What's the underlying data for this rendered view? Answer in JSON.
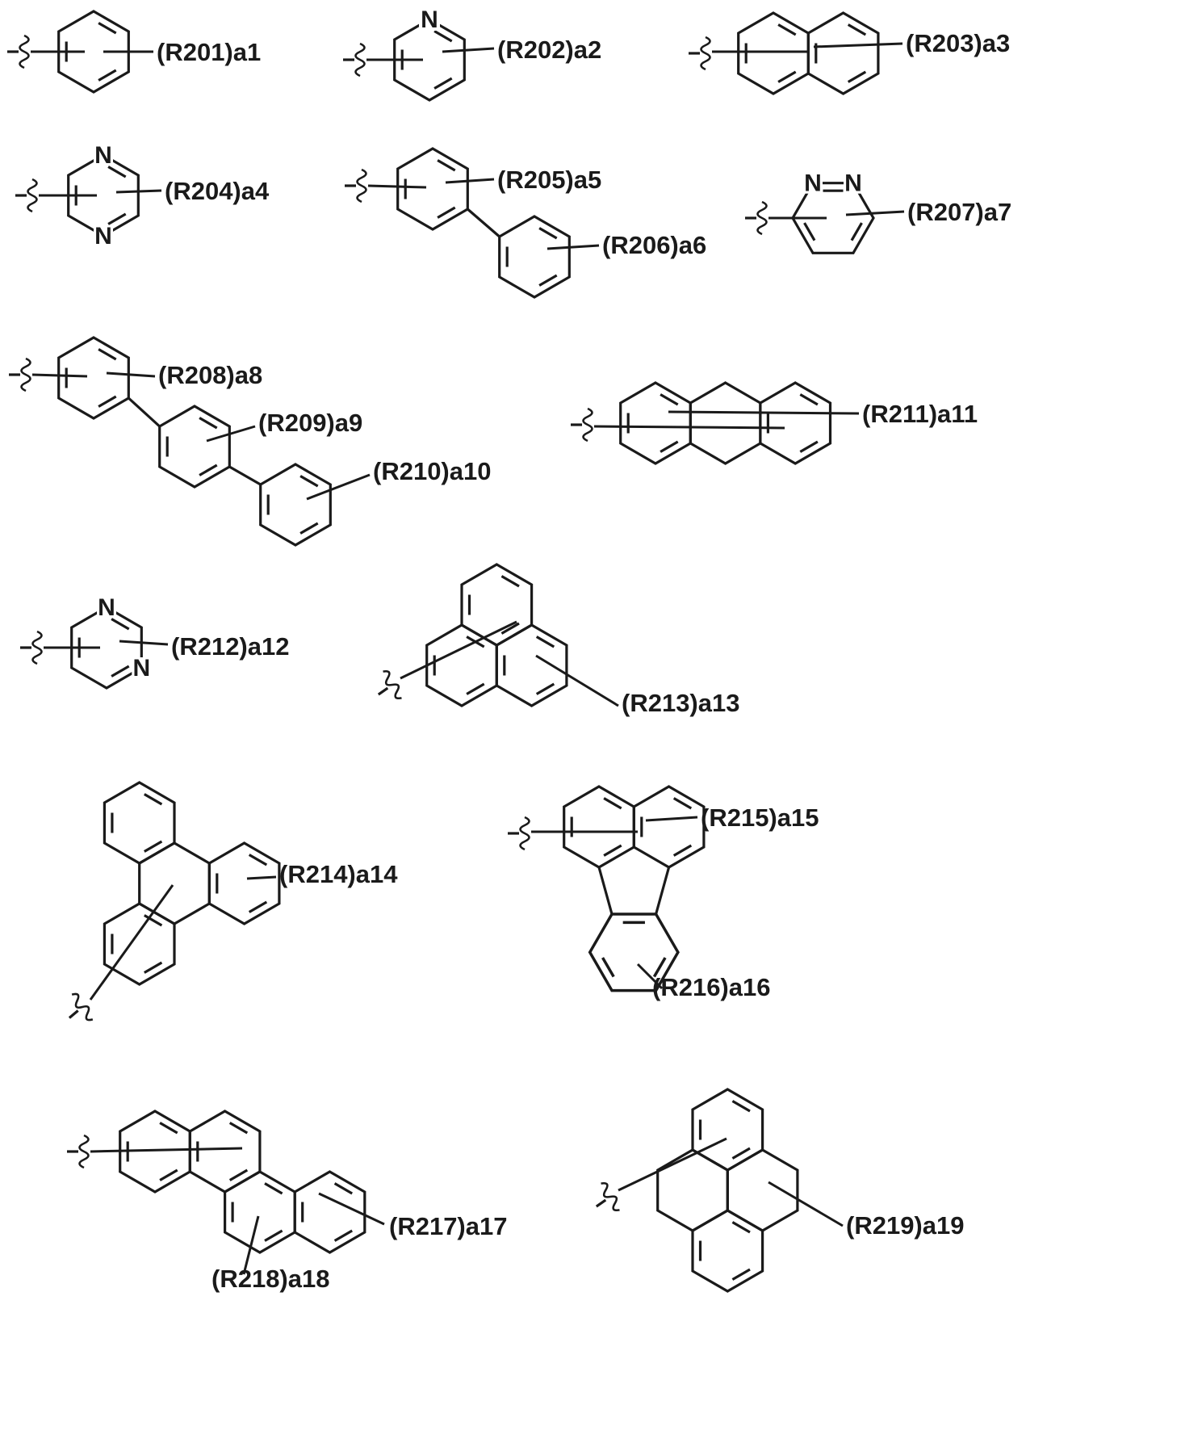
{
  "colors": {
    "ink": "#1a1a1a",
    "background": "#ffffff"
  },
  "figure": {
    "structures": [
      {
        "name": "benzene",
        "labels": [
          "(R201)a1"
        ]
      },
      {
        "name": "pyridine",
        "labels": [
          "(R202)a2"
        ],
        "atoms": [
          "N"
        ]
      },
      {
        "name": "naphthalene",
        "labels": [
          "(R203)a3"
        ]
      },
      {
        "name": "pyrazine",
        "labels": [
          "(R204)a4"
        ],
        "atoms": [
          "N",
          "N"
        ]
      },
      {
        "name": "biphenyl",
        "labels": [
          "(R205)a5",
          "(R206)a6"
        ]
      },
      {
        "name": "pyridazine",
        "labels": [
          "(R207)a7"
        ],
        "atoms": [
          "N",
          "N"
        ]
      },
      {
        "name": "terphenyl",
        "labels": [
          "(R208)a8",
          "(R209)a9",
          "(R210)a10"
        ]
      },
      {
        "name": "anthracene",
        "labels": [
          "(R211)a11"
        ]
      },
      {
        "name": "pyrimidine",
        "labels": [
          "(R212)a12"
        ],
        "atoms": [
          "N",
          "N"
        ]
      },
      {
        "name": "phenanthrene",
        "labels": [
          "(R213)a13"
        ]
      },
      {
        "name": "triphenylene",
        "labels": [
          "(R214)a14"
        ]
      },
      {
        "name": "fluoranthene",
        "labels": [
          "(R215)a15",
          "(R216)a16"
        ]
      },
      {
        "name": "chrysene",
        "labels": [
          "(R217)a17",
          "(R218)a18"
        ]
      },
      {
        "name": "pyrene",
        "labels": [
          "(R219)a19"
        ]
      }
    ]
  }
}
